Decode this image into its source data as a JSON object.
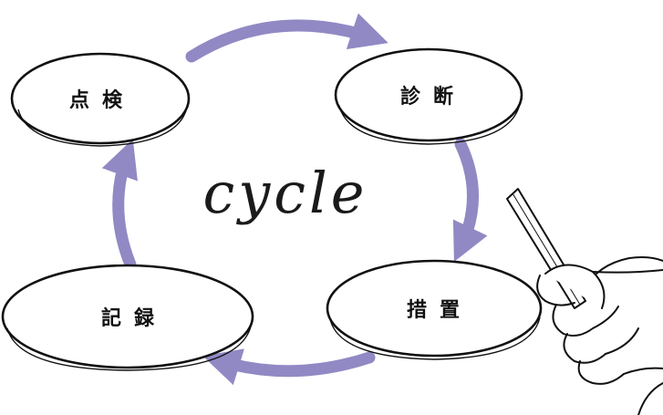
{
  "diagram": {
    "center_text": "cycle",
    "nodes": {
      "inspection": "点検",
      "diagnosis": "診断",
      "measures": "措置",
      "record": "記録"
    },
    "arrow_color": "#9189c4",
    "ink_color": "#111111"
  }
}
